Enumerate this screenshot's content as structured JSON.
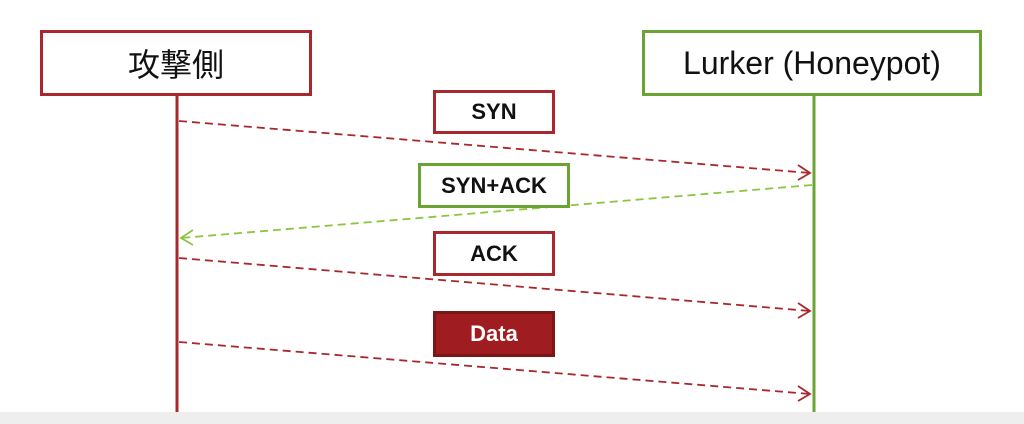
{
  "participants": {
    "attacker": {
      "label": "攻撃側",
      "color": "#a8282e"
    },
    "lurker": {
      "label": "Lurker (Honeypot)",
      "color": "#6aa534"
    }
  },
  "messages": [
    {
      "id": "syn",
      "label": "SYN",
      "from": "attacker",
      "to": "lurker",
      "style": "dashed",
      "color": "#a8282e"
    },
    {
      "id": "synack",
      "label": "SYN+ACK",
      "from": "lurker",
      "to": "attacker",
      "style": "dashed",
      "color": "#8cc63f"
    },
    {
      "id": "ack",
      "label": "ACK",
      "from": "attacker",
      "to": "lurker",
      "style": "dashed",
      "color": "#a8282e"
    },
    {
      "id": "data",
      "label": "Data",
      "from": "attacker",
      "to": "lurker",
      "style": "dashed",
      "color": "#a8282e",
      "label_fill": "#9f1c20"
    }
  ]
}
